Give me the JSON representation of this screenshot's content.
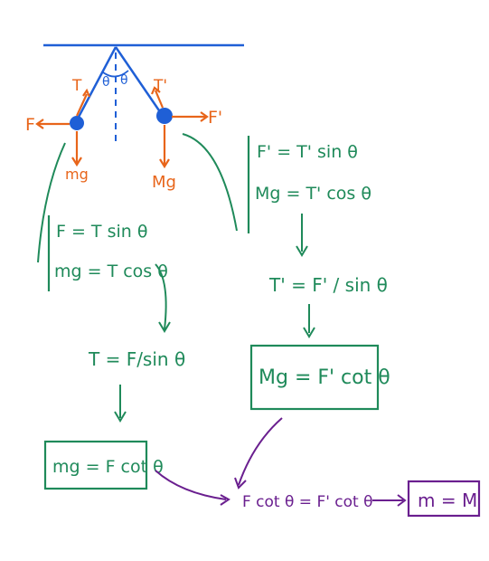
{
  "colors": {
    "blue": "#1f5fd6",
    "orange": "#e8651a",
    "green": "#1f8a5a",
    "purple": "#6a1f8f"
  },
  "diagram": {
    "angle_left": "θ",
    "angle_right": "θ",
    "left_mass": {
      "tension_label": "T",
      "force_label": "F",
      "weight_label": "mg"
    },
    "right_mass": {
      "tension_label": "T'",
      "force_label": "F'",
      "weight_label": "Mg"
    }
  },
  "left_equations": {
    "eq1": "F = T sin θ",
    "eq2": "mg = T cos θ",
    "eq3": "T = F/sin θ",
    "eq4": "mg = F cot θ"
  },
  "right_equations": {
    "eq1": "F' = T' sin θ",
    "eq2": "Mg = T' cos θ",
    "eq3": "T' = F' / sin θ",
    "eq4": "Mg = F' cot θ"
  },
  "conclusion": {
    "equation": "F cot θ = F' cot θ",
    "result": "m = M"
  }
}
